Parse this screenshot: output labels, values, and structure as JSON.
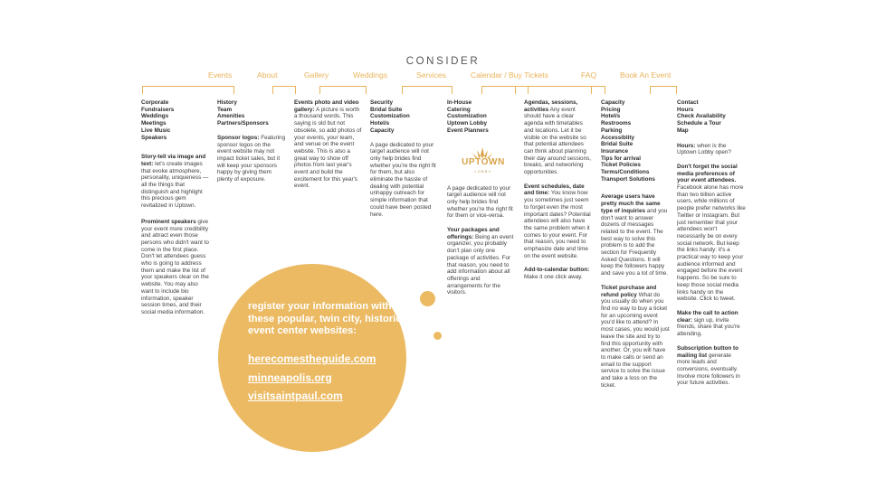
{
  "heading": "CONSIDER",
  "nav": [
    "Events",
    "About",
    "Gallery",
    "Weddings",
    "Services",
    "Calendar / Buy Tickets",
    "FAQ",
    "Book An Event"
  ],
  "events": {
    "list": [
      "Corporate",
      "Fundraisers",
      "Weddings",
      "Meetings",
      "Live Music",
      "Speakers"
    ],
    "storytell_head": "Story-tell via image and text:",
    "storytell_body": " let's create images that evoke atmosphere, personality, uniqueness — all the things that distinguish and highlight this precious gem revitalized in Uptown.",
    "speakers_head": "Prominent speakers",
    "speakers_body": " give your event more credibility and attract even those persons who didn't want to come in the first place. Don't let attendees guess who is going to address them and make the list of your speakers clear on the website. You may also want to include bio information, speaker session times, and their social media information."
  },
  "about": {
    "list": [
      "History",
      "Team",
      "Amenities",
      "Partners/Sponsors"
    ],
    "logos_head": "Sponsor logos:",
    "logos_body": " Featuring sponsor logos on the event website may not impact ticket sales, but it will keep your sponsors happy by giving them plenty of exposure."
  },
  "gallery": {
    "head": "Events photo and video gallery:",
    "body": " A picture is worth a thousand words. This saying is old but not obsolete, so add photos of your events, your team, and venue on the event website. This is also a great way to show off photos from last year's event and build the excitement for this year's event."
  },
  "weddings": {
    "list": [
      "Security",
      "Bridal Suite",
      "Customization",
      "Hotel/s",
      "Capacity"
    ],
    "body": "A page dedicated to your target audience will not only help brides find whether you're the right fit for them, but also eliminate the hassle of dealing with potential unhappy outreach for simple information that could have been posted here."
  },
  "services": {
    "list": [
      "In-House",
      "Catering",
      "Customization",
      "Uptown Lobby",
      "Event Planners"
    ],
    "logo_name": "UPTOWN",
    "logo_sub": "LOBBY",
    "body": "A page dedicated to your target audience will not only help brides find whether you're the right fit for them or vice-versa.",
    "packages_head": "Your packages and offerings:",
    "packages_body": " Being an event organizer, you probably don't plan only one package of activities. For that reason, you need to add information about all offerings and arrangements for the visitors."
  },
  "calendar": {
    "agenda_head": "Agendas, sessions, activities",
    "agenda_body": " Any event should have a clear agenda with timetables and locations. Let it be visible on the website so that potential attendees can think about planning their day around sessions, breaks, and networking opportunities.",
    "schedule_head": "Event schedules, date and time:",
    "schedule_body": " You know how you sometimes just seem to forget even the most important dates? Potential attendees will also have the same problem when it comes to your event. For that reason, you need to emphasize date and time on the event website.",
    "addcal_head": "Add-to-calendar button:",
    "addcal_body": " Make it one click away."
  },
  "faq": {
    "list": [
      "Capacity",
      "Pricing",
      "Hotel/s",
      "Restrooms",
      "Parking",
      "Accessiblity",
      "Bridal Suite",
      "Insurance",
      "Tips for arrival",
      "Ticket Policies",
      "Terms/Conditions",
      "Transport Solutions"
    ],
    "users_head": "Average users have pretty much the same type of inquiries",
    "users_body": " and you don't want to answer dozens of messages related to the event. The best way to solve this problem is to add the section for Frequently Asked Questions. It will keep the followers happy and save you a lot of time.",
    "refund_head": "Ticket purchase and refund policy",
    "refund_body": " What do you usually do when you find no way to buy a ticket for an upcoming event you'd like to attend? In most cases, you would just leave the site and try to find this opportunity with another. Or, you will have to make calls or send an email to the support service to solve the issue and take a loss on the ticket."
  },
  "book": {
    "list": [
      "Contact",
      "Hours",
      "Check Availability",
      "Schedule a Tour",
      "Map"
    ],
    "hours_head": "Hours:",
    "hours_body": " when is the Uptown Lobby open?",
    "social_head": "Don't forget the social media preferences of your event attendees.",
    "social_body": " Facebook alone has more than two billion active users, while millions of people prefer networks like Twitter or Instagram. But just remember that your attendees won't necessarily be on every social network. But keep the links handy: it's a practical way to keep your audience informed and engaged before the event happens. So be sure to keep those social media links handy on the website. Click to tweet.",
    "cta_head": "Make the call to action clear:",
    "cta_body": " sign up, invite friends, share that you're attending.",
    "sub_head": "Subscription button to mailing list",
    "sub_body": " generate more leads and conversions, eventually. Involve more followers in your future activities."
  },
  "callout": {
    "text": "register your information with these popular, twin city, historic event center websites:",
    "links": [
      "herecomestheguide.com",
      "minneapolis.org",
      "visitsaintpaul.com"
    ]
  },
  "colors": {
    "accent": "#e8b35a",
    "circle": "#ebba63",
    "text": "#3a3a3a"
  }
}
